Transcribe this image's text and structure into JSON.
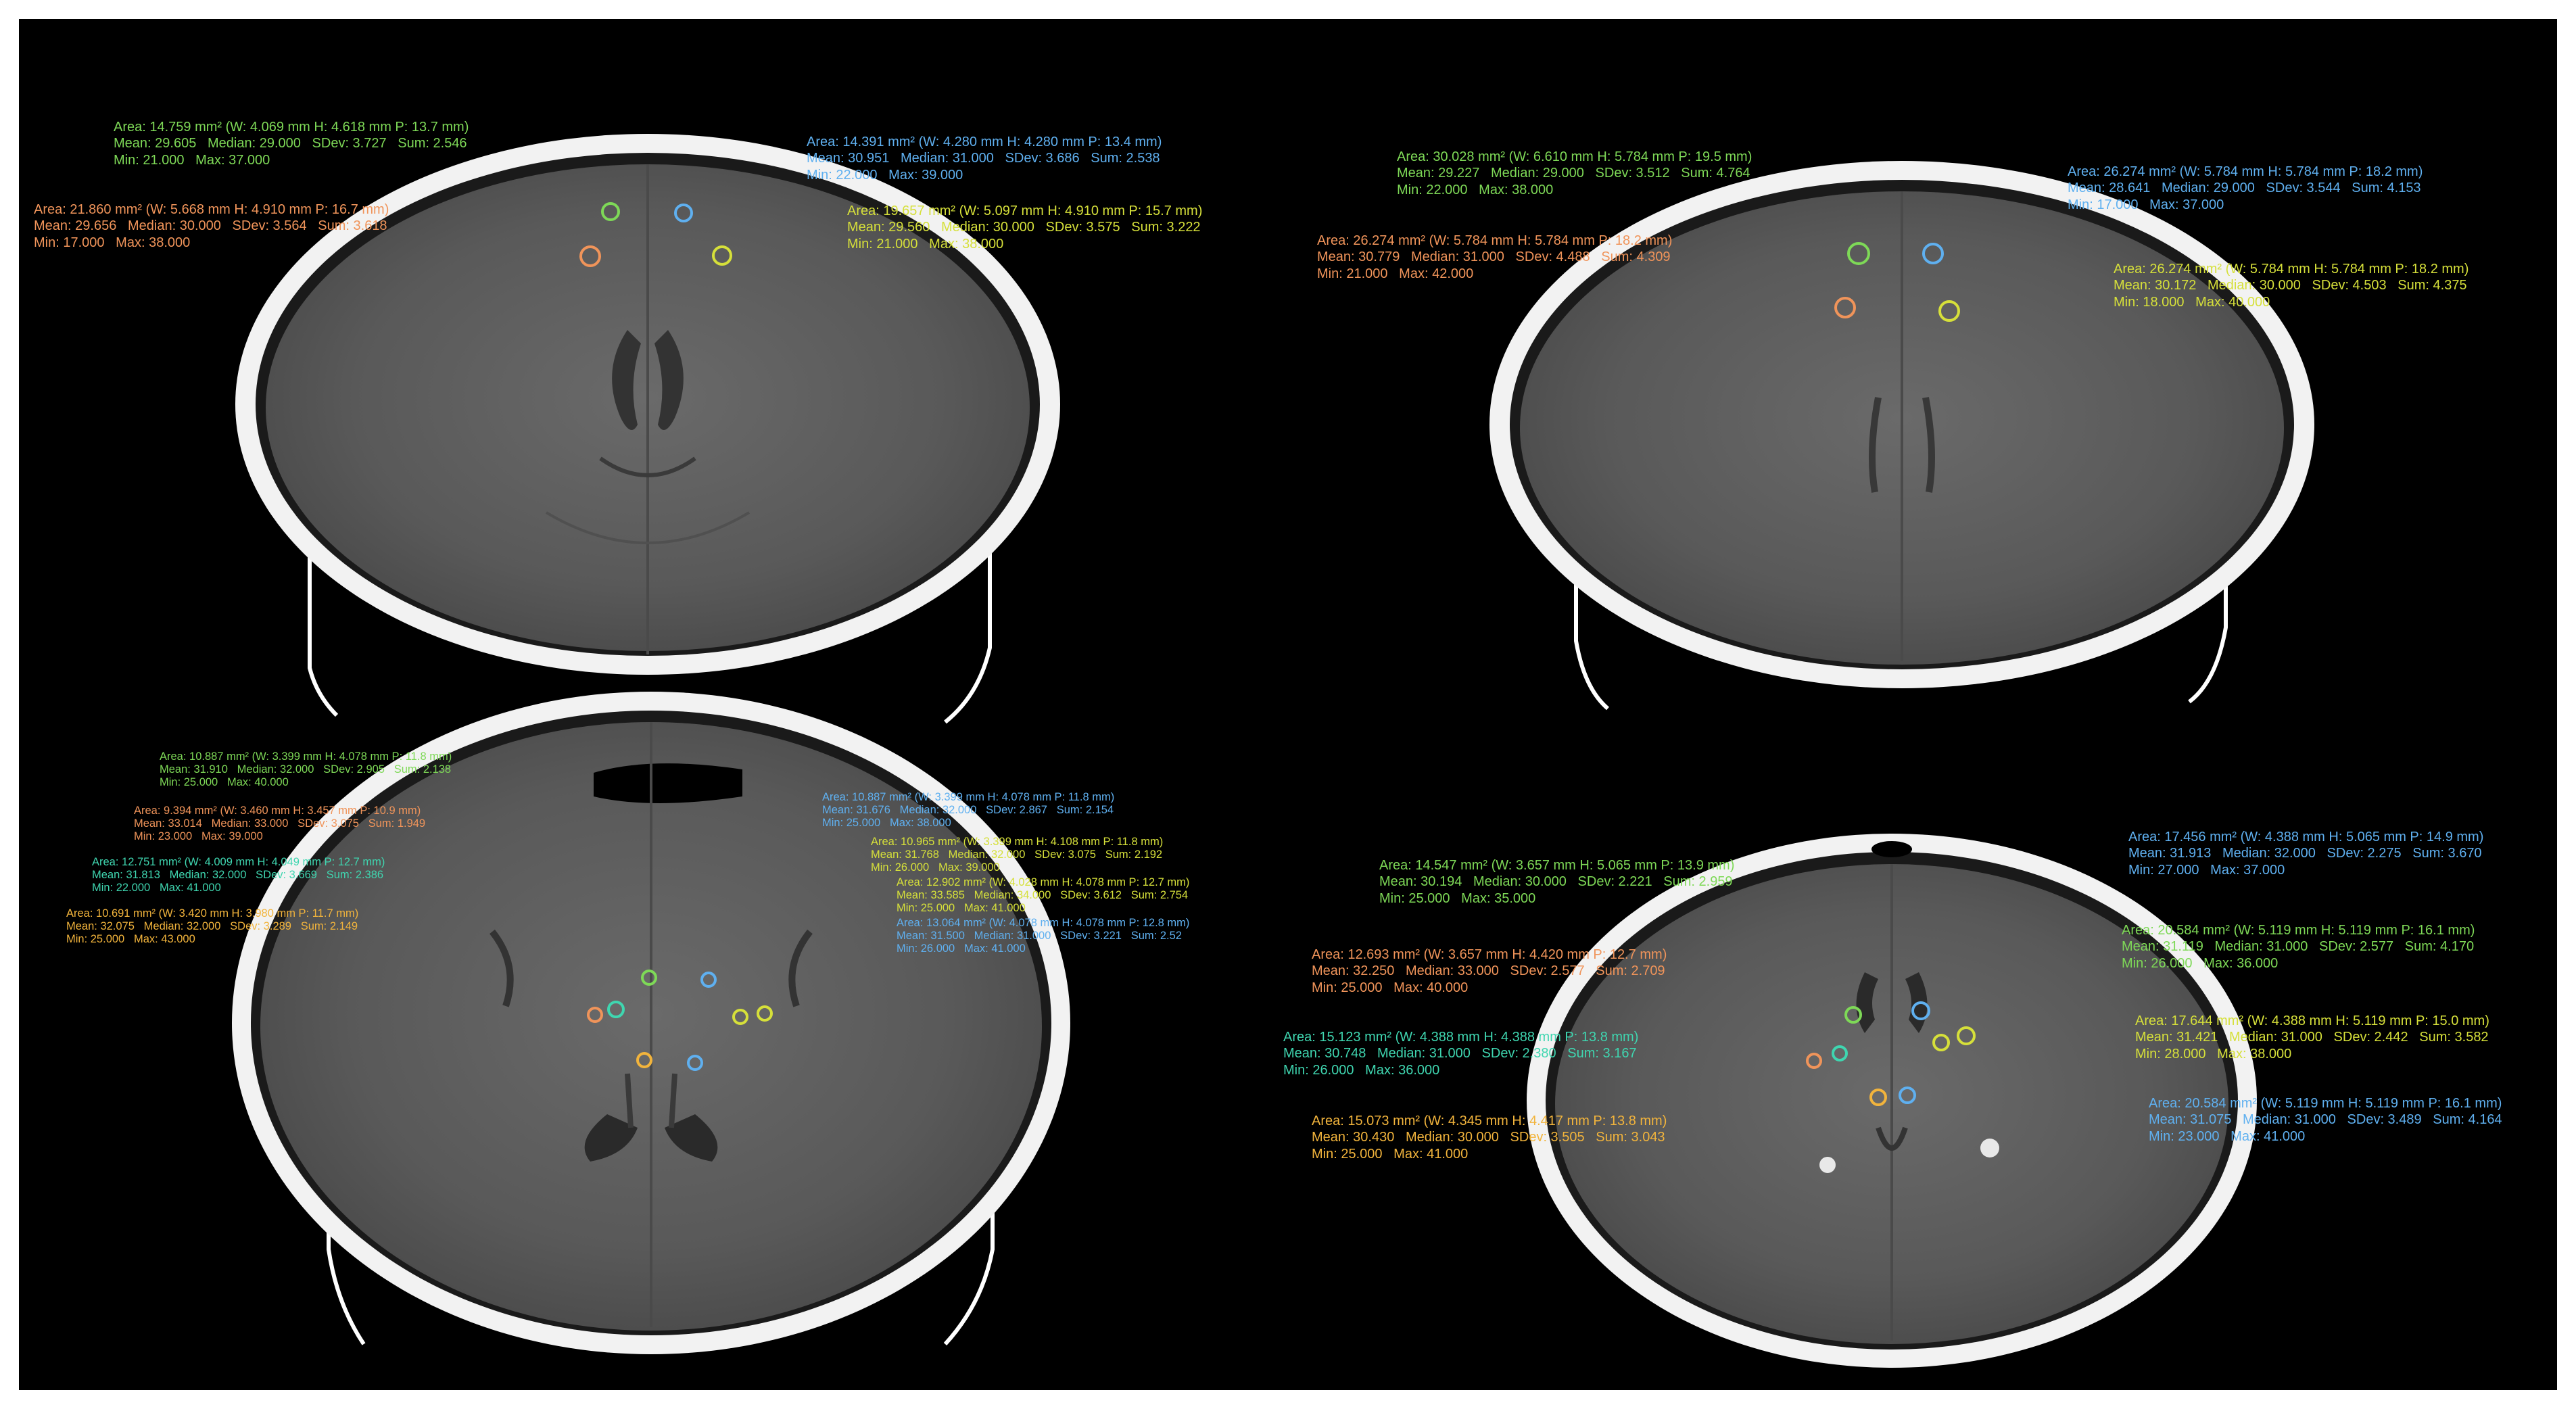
{
  "colors": {
    "green": "#7ed957",
    "blue": "#5fb0f0",
    "orange": "#f0945a",
    "yellow": "#d6e03a",
    "teal": "#3fd6b0",
    "gold": "#f2b43c"
  },
  "panels": {
    "top_left": [
      {
        "color": "green",
        "lines": [
          "Area: 14.759 mm² (W: 4.069 mm H: 4.618 mm P: 13.7 mm)",
          "Mean: 29.605   Median: 29.000   SDev: 3.727   Sum: 2.546",
          "Min: 21.000   Max: 37.000"
        ]
      },
      {
        "color": "blue",
        "lines": [
          "Area: 14.391 mm² (W: 4.280 mm H: 4.280 mm P: 13.4 mm)",
          "Mean: 30.951   Median: 31.000   SDev: 3.686   Sum: 2.538",
          "Min: 22.000   Max: 39.000"
        ]
      },
      {
        "color": "orange",
        "lines": [
          "Area: 21.860 mm² (W: 5.668 mm H: 4.910 mm P: 16.7 mm)",
          "Mean: 29.656   Median: 30.000   SDev: 3.564   Sum: 3.618",
          "Min: 17.000   Max: 38.000"
        ]
      },
      {
        "color": "yellow",
        "lines": [
          "Area: 19.657 mm² (W: 5.097 mm H: 4.910 mm P: 15.7 mm)",
          "Mean: 29.560   Median: 30.000   SDev: 3.575   Sum: 3.222",
          "Min: 21.000   Max: 38.000"
        ]
      }
    ],
    "top_right": [
      {
        "color": "green",
        "lines": [
          "Area: 30.028 mm² (W: 6.610 mm H: 5.784 mm P: 19.5 mm)",
          "Mean: 29.227   Median: 29.000   SDev: 3.512   Sum: 4.764",
          "Min: 22.000   Max: 38.000"
        ]
      },
      {
        "color": "blue",
        "lines": [
          "Area: 26.274 mm² (W: 5.784 mm H: 5.784 mm P: 18.2 mm)",
          "Mean: 28.641   Median: 29.000   SDev: 3.544   Sum: 4.153",
          "Min: 17.000   Max: 37.000"
        ]
      },
      {
        "color": "orange",
        "lines": [
          "Area: 26.274 mm² (W: 5.784 mm H: 5.784 mm P: 18.2 mm)",
          "Mean: 30.779   Median: 31.000   SDev: 4.488   Sum: 4.309",
          "Min: 21.000   Max: 42.000"
        ]
      },
      {
        "color": "yellow",
        "lines": [
          "Area: 26.274 mm² (W: 5.784 mm H: 5.784 mm P: 18.2 mm)",
          "Mean: 30.172   Median: 30.000   SDev: 4.503   Sum: 4.375",
          "Min: 18.000   Max: 40.000"
        ]
      }
    ],
    "bottom_left": [
      {
        "color": "green",
        "lines": [
          "Area: 10.887 mm² (W: 3.399 mm H: 4.078 mm P: 11.8 mm)",
          "Mean: 31.910   Median: 32.000   SDev: 2.905   Sum: 2.138",
          "Min: 25.000   Max: 40.000"
        ]
      },
      {
        "color": "orange",
        "lines": [
          "Area: 9.394 mm² (W: 3.460 mm H: 3.457 mm P: 10.9 mm)",
          "Mean: 33.014   Median: 33.000   SDev: 3.075   Sum: 1.949",
          "Min: 23.000   Max: 39.000"
        ]
      },
      {
        "color": "teal",
        "lines": [
          "Area: 12.751 mm² (W: 4.009 mm H: 4.049 mm P: 12.7 mm)",
          "Mean: 31.813   Median: 32.000   SDev: 3.669   Sum: 2.386",
          "Min: 22.000   Max: 41.000"
        ]
      },
      {
        "color": "gold",
        "lines": [
          "Area: 10.691 mm² (W: 3.420 mm H: 3.980 mm P: 11.7 mm)",
          "Mean: 32.075   Median: 32.000   SDev: 3.289   Sum: 2.149",
          "Min: 25.000   Max: 43.000"
        ]
      },
      {
        "color": "blue",
        "lines": [
          "Area: 10.887 mm² (W: 3.399 mm H: 4.078 mm P: 11.8 mm)",
          "Mean: 31.676   Median: 32.000   SDev: 2.867   Sum: 2.154",
          "Min: 25.000   Max: 38.000"
        ]
      },
      {
        "color": "yellow",
        "lines": [
          "Area: 10.965 mm² (W: 3.399 mm H: 4.108 mm P: 11.8 mm)",
          "Mean: 31.768   Median: 32.000   SDev: 3.075   Sum: 2.192",
          "Min: 26.000   Max: 39.000"
        ]
      },
      {
        "color": "yellow",
        "lines": [
          "Area: 12.902 mm² (W: 4.028 mm H: 4.078 mm P: 12.7 mm)",
          "Mean: 33.585   Median: 34.000   SDev: 3.612   Sum: 2.754",
          "Min: 25.000   Max: 41.000"
        ]
      },
      {
        "color": "blue",
        "lines": [
          "Area: 13.064 mm² (W: 4.078 mm H: 4.078 mm P: 12.8 mm)",
          "Mean: 31.500   Median: 31.000   SDev: 3.221   Sum: 2.52",
          "Min: 26.000   Max: 41.000"
        ]
      }
    ],
    "bottom_right": [
      {
        "color": "green",
        "lines": [
          "Area: 14.547 mm² (W: 3.657 mm H: 5.065 mm P: 13.9 mm)",
          "Mean: 30.194   Median: 30.000   SDev: 2.221   Sum: 2.959",
          "Min: 25.000   Max: 35.000"
        ]
      },
      {
        "color": "orange",
        "lines": [
          "Area: 12.693 mm² (W: 3.657 mm H: 4.420 mm P: 12.7 mm)",
          "Mean: 32.250   Median: 33.000   SDev: 2.577   Sum: 2.709",
          "Min: 25.000   Max: 40.000"
        ]
      },
      {
        "color": "teal",
        "lines": [
          "Area: 15.123 mm² (W: 4.388 mm H: 4.388 mm P: 13.8 mm)",
          "Mean: 30.748   Median: 31.000   SDev: 2.380   Sum: 3.167",
          "Min: 26.000   Max: 36.000"
        ]
      },
      {
        "color": "gold",
        "lines": [
          "Area: 15.073 mm² (W: 4.345 mm H: 4.417 mm P: 13.8 mm)",
          "Mean: 30.430   Median: 30.000   SDev: 3.505   Sum: 3.043",
          "Min: 25.000   Max: 41.000"
        ]
      },
      {
        "color": "blue",
        "lines": [
          "Area: 17.456 mm² (W: 4.388 mm H: 5.065 mm P: 14.9 mm)",
          "Mean: 31.913   Median: 32.000   SDev: 2.275   Sum: 3.670",
          "Min: 27.000   Max: 37.000"
        ]
      },
      {
        "color": "green",
        "lines": [
          "Area: 20.584 mm² (W: 5.119 mm H: 5.119 mm P: 16.1 mm)",
          "Mean: 31.119   Median: 31.000   SDev: 2.577   Sum: 4.170",
          "Min: 26.000   Max: 36.000"
        ]
      },
      {
        "color": "yellow",
        "lines": [
          "Area: 17.644 mm² (W: 4.388 mm H: 5.119 mm P: 15.0 mm)",
          "Mean: 31.421   Median: 31.000   SDev: 2.442   Sum: 3.582",
          "Min: 28.000   Max: 38.000"
        ]
      },
      {
        "color": "blue",
        "lines": [
          "Area: 20.584 mm² (W: 5.119 mm H: 5.119 mm P: 16.1 mm)",
          "Mean: 31.075   Median: 31.000   SDev: 3.489   Sum: 4.164",
          "Min: 23.000   Max: 41.000"
        ]
      }
    ]
  }
}
